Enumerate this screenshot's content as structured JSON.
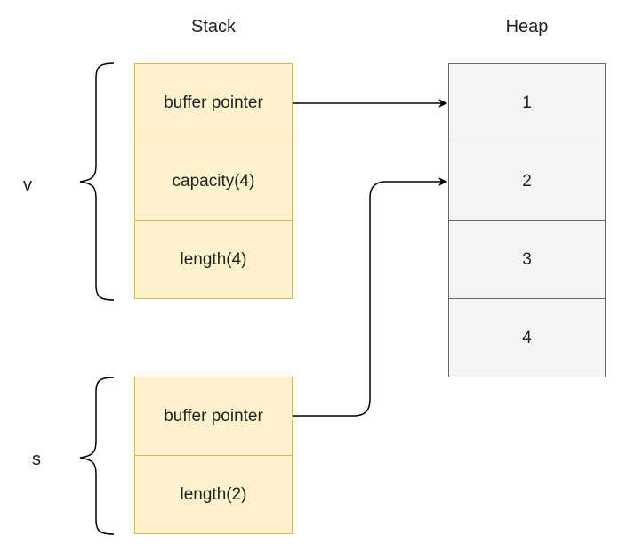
{
  "titles": {
    "stack": "Stack",
    "heap": "Heap"
  },
  "variables": {
    "v": {
      "name": "v",
      "cells": [
        "buffer pointer",
        "capacity(4)",
        "length(4)"
      ]
    },
    "s": {
      "name": "s",
      "cells": [
        "buffer pointer",
        "length(2)"
      ]
    }
  },
  "heap": {
    "cells": [
      "1",
      "2",
      "3",
      "4"
    ]
  },
  "colors": {
    "stack_fill": "#fff2cc",
    "stack_border": "#d6b656",
    "heap_fill": "#f5f5f5",
    "heap_border": "#666666",
    "line": "#000000"
  }
}
